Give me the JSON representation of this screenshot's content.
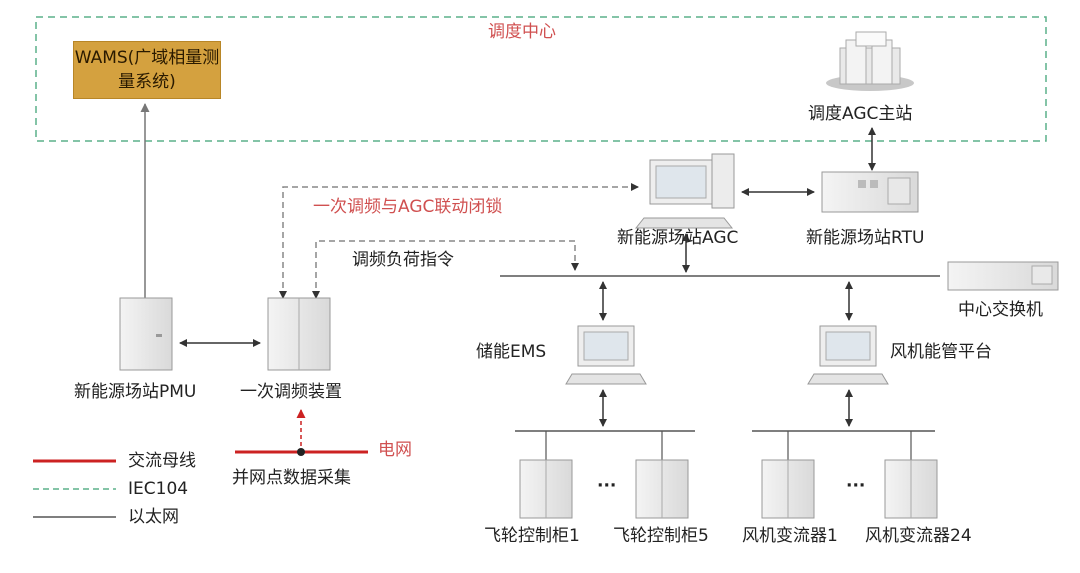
{
  "dispatch_center": "调度中心",
  "wams": "WAMS(广域相量测量系统)",
  "agc_master": "调度AGC主站",
  "station_agc": "新能源场站AGC",
  "station_rtu": "新能源场站RTU",
  "interlock": "一次调频与AGC联动闭锁",
  "load_command": "调频负荷指令",
  "central_switch": "中心交换机",
  "storage_ems": "储能EMS",
  "wind_platform": "风机能管平台",
  "station_pmu": "新能源场站PMU",
  "pfr_device": "一次调频装置",
  "grid": "电网",
  "grid_sampling": "并网点数据采集",
  "flywheel_1": "飞轮控制柜1",
  "flywheel_5": "飞轮控制柜5",
  "converter_1": "风机变流器1",
  "converter_24": "风机变流器24",
  "ellipsis": "···",
  "legend": [
    {
      "label": "交流母线",
      "color": "#cc2222",
      "style": "solid"
    },
    {
      "label": "IEC104",
      "color": "#5cb08a",
      "style": "dashed"
    },
    {
      "label": "以太网",
      "color": "#555555",
      "style": "solid"
    }
  ]
}
